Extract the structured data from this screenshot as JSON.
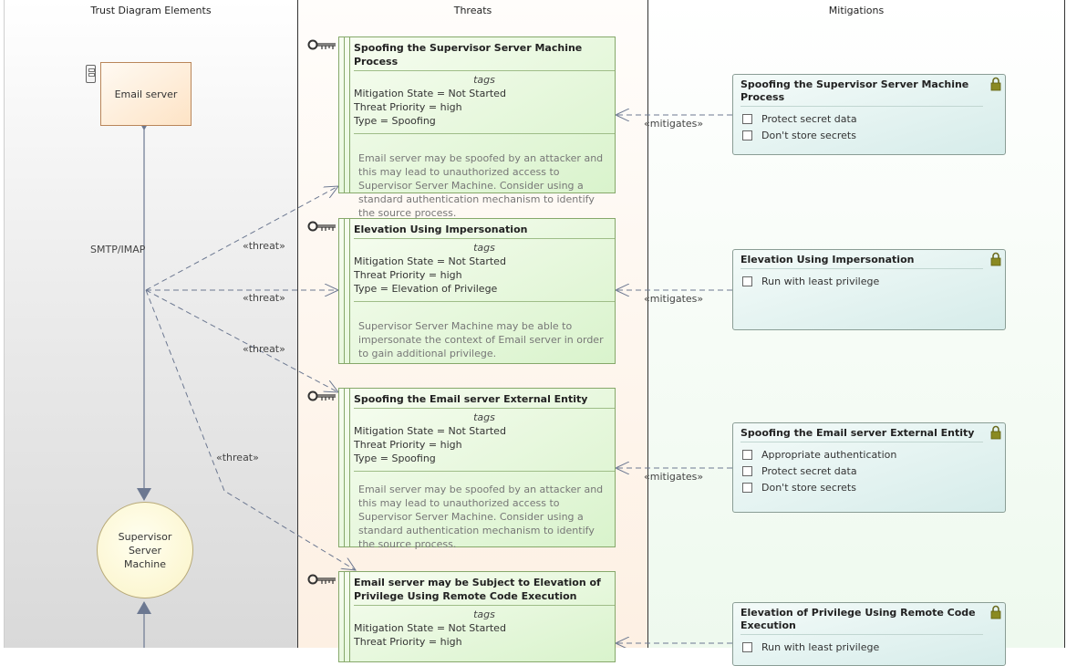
{
  "lanes": {
    "trust": "Trust Diagram Elements",
    "threats": "Threats",
    "mitigations": "Mitigations"
  },
  "elements": {
    "email_server": "Email server",
    "supervisor": "Supervisor Server Machine"
  },
  "relations": {
    "smtp": "SMTP/IMAP",
    "threat": "«threat»",
    "mitigates": "«mitigates»"
  },
  "threats": [
    {
      "title": "Spoofing the Supervisor Server Machine Process",
      "tags": "tags",
      "state": "Mitigation State = Not Started",
      "priority": "Threat Priority = high",
      "type": "Type = Spoofing",
      "description": "Email server  may be spoofed by an attacker and this may lead to unauthorized access to Supervisor Server Machine. Consider using a standard authentication mechanism to identify the source process."
    },
    {
      "title": "Elevation Using Impersonation",
      "tags": "tags",
      "state": "Mitigation State = Not Started",
      "priority": "Threat Priority = high",
      "type": "Type = Elevation of Privilege",
      "description": "Supervisor Server Machine may be able to impersonate the context of Email server in order to gain additional privilege."
    },
    {
      "title": "Spoofing the Email server External Entity",
      "tags": "tags",
      "state": "Mitigation State = Not Started",
      "priority": "Threat Priority = high",
      "type": "Type = Spoofing",
      "description": "Email server  may be spoofed by an attacker and this may lead to unauthorized access to Supervisor Server Machine. Consider using a standard authentication mechanism to identify the source process."
    },
    {
      "title": "Email server may be Subject to Elevation of Privilege Using Remote Code Execution",
      "tags": "tags",
      "state": "Mitigation State = Not Started",
      "priority": "Threat Priority = high"
    }
  ],
  "mitigations": [
    {
      "title": "Spoofing the Supervisor Server Machine Process",
      "items": [
        "Protect secret data",
        "Don't store secrets"
      ]
    },
    {
      "title": "Elevation Using Impersonation",
      "items": [
        "Run with least privilege"
      ]
    },
    {
      "title": "Spoofing the Email server External Entity",
      "items": [
        "Appropriate authentication",
        "Protect secret data",
        "Don't store secrets"
      ]
    },
    {
      "title": "Elevation of Privilege Using Remote Code Execution",
      "items": [
        "Run with least privilege"
      ]
    }
  ]
}
